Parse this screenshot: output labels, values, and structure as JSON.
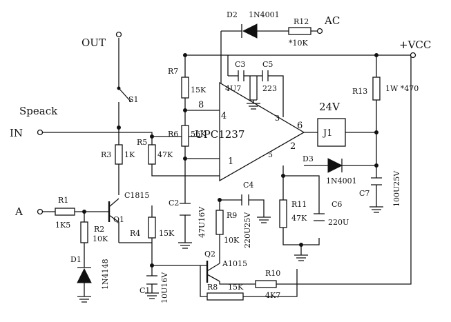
{
  "terminals": {
    "out": "OUT",
    "speack": "Speack",
    "in": "IN",
    "a": "A",
    "ac": "AC",
    "vcc": "+VCC"
  },
  "switch": {
    "name": "S1"
  },
  "ic": {
    "name": "UPC1237",
    "pins": [
      "8",
      "4",
      "3",
      "6",
      "2",
      "5",
      "1"
    ]
  },
  "relay": {
    "name": "J1",
    "voltage": "24V"
  },
  "diodes": [
    {
      "ref": "D1",
      "value": "1N4148"
    },
    {
      "ref": "D2",
      "value": "1N4001"
    },
    {
      "ref": "D3",
      "value": "1N4001"
    }
  ],
  "transistors": [
    {
      "ref": "Q1",
      "value": "C1815"
    },
    {
      "ref": "Q2",
      "value": "A1015"
    }
  ],
  "resistors": [
    {
      "ref": "R1",
      "value": "1K5"
    },
    {
      "ref": "R2",
      "value": "10K"
    },
    {
      "ref": "R3",
      "value": "1K"
    },
    {
      "ref": "R4",
      "value": "15K"
    },
    {
      "ref": "R5",
      "value": "47K"
    },
    {
      "ref": "R6",
      "value": "56K"
    },
    {
      "ref": "R7",
      "value": "15K"
    },
    {
      "ref": "R8",
      "value": "15K"
    },
    {
      "ref": "R9",
      "value": "10K"
    },
    {
      "ref": "R10",
      "value": "4K7"
    },
    {
      "ref": "R11",
      "value": "47K"
    },
    {
      "ref": "R12",
      "value": "*10K"
    },
    {
      "ref": "R13",
      "value": "1W *470"
    }
  ],
  "capacitors": [
    {
      "ref": "C1",
      "value": "10U16V"
    },
    {
      "ref": "C2",
      "value": "47U16V"
    },
    {
      "ref": "C3",
      "value": "4U7"
    },
    {
      "ref": "C4",
      "value": "220U25V"
    },
    {
      "ref": "C5",
      "value": "223"
    },
    {
      "ref": "C6",
      "value": "220U"
    },
    {
      "ref": "C7",
      "value": "100U25V"
    }
  ]
}
